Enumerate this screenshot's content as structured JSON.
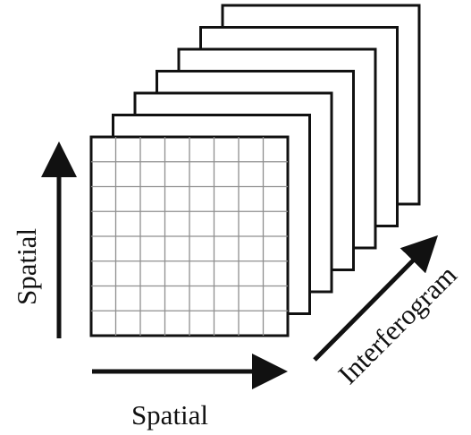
{
  "diagram": {
    "labels": {
      "vertical_axis": "Spatial",
      "horizontal_axis": "Spatial",
      "depth_axis": "Interferogram"
    },
    "stack": {
      "back_frame_count": 6,
      "front_grid_columns": 8,
      "front_grid_rows": 8
    },
    "colors": {
      "stroke": "#111111",
      "grid_line": "#8f8f8f",
      "frame_fill": "#ffffff"
    }
  }
}
